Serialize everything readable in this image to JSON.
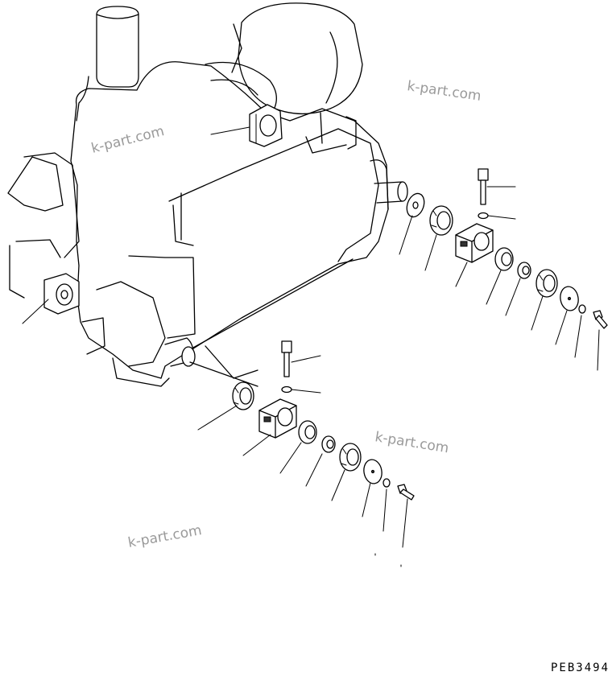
{
  "watermarks": [
    "k-part.com",
    "k-part.com",
    "k-part.com",
    "k-part.com"
  ],
  "drawing_code": "PEB3494"
}
